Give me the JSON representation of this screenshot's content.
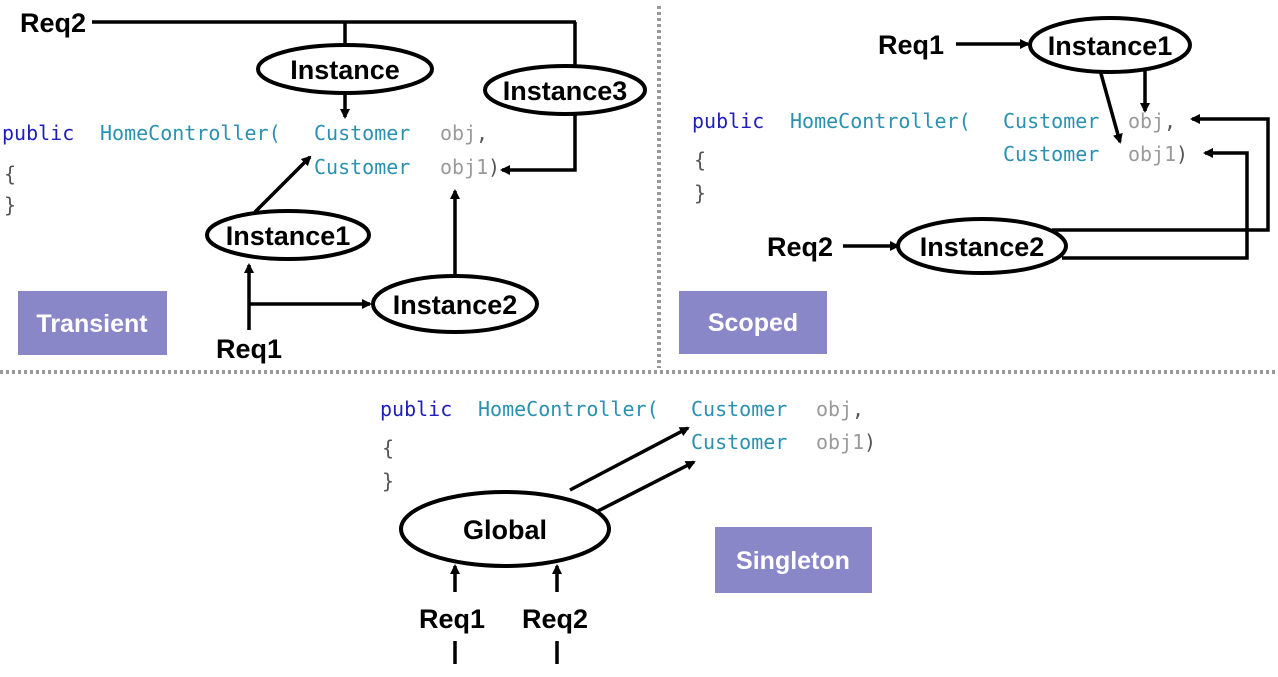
{
  "transient": {
    "badge": "Transient",
    "req1": "Req1",
    "req2": "Req2",
    "instance": "Instance",
    "instance1": "Instance1",
    "instance2": "Instance2",
    "instance3": "Instance3",
    "code": {
      "keyword": "public",
      "ctor": "HomeController(",
      "type1": "Customer",
      "param1": "obj",
      "comma": ",",
      "type2": "Customer",
      "param2": "obj1",
      "close": ")",
      "open_brace": "{",
      "close_brace": "}"
    }
  },
  "scoped": {
    "badge": "Scoped",
    "req1": "Req1",
    "req2": "Req2",
    "instance1": "Instance1",
    "instance2": "Instance2",
    "code": {
      "keyword": "public",
      "ctor": "HomeController(",
      "type1": "Customer",
      "param1": "obj",
      "comma": ",",
      "type2": "Customer",
      "param2": "obj1",
      "close": ")",
      "open_brace": "{",
      "close_brace": "}"
    }
  },
  "singleton": {
    "badge": "Singleton",
    "req1": "Req1",
    "req2": "Req2",
    "global": "Global",
    "code": {
      "keyword": "public",
      "ctor": "HomeController(",
      "type1": "Customer",
      "param1": "obj",
      "comma": ",",
      "type2": "Customer",
      "param2": "obj1",
      "close": ")",
      "open_brace": "{",
      "close_brace": "}"
    }
  },
  "colors": {
    "badge_bg": "#8a87c8",
    "keyword": "#1f1fb8",
    "type": "#2b91af",
    "param": "#9a9a9a",
    "divider": "#999999"
  }
}
